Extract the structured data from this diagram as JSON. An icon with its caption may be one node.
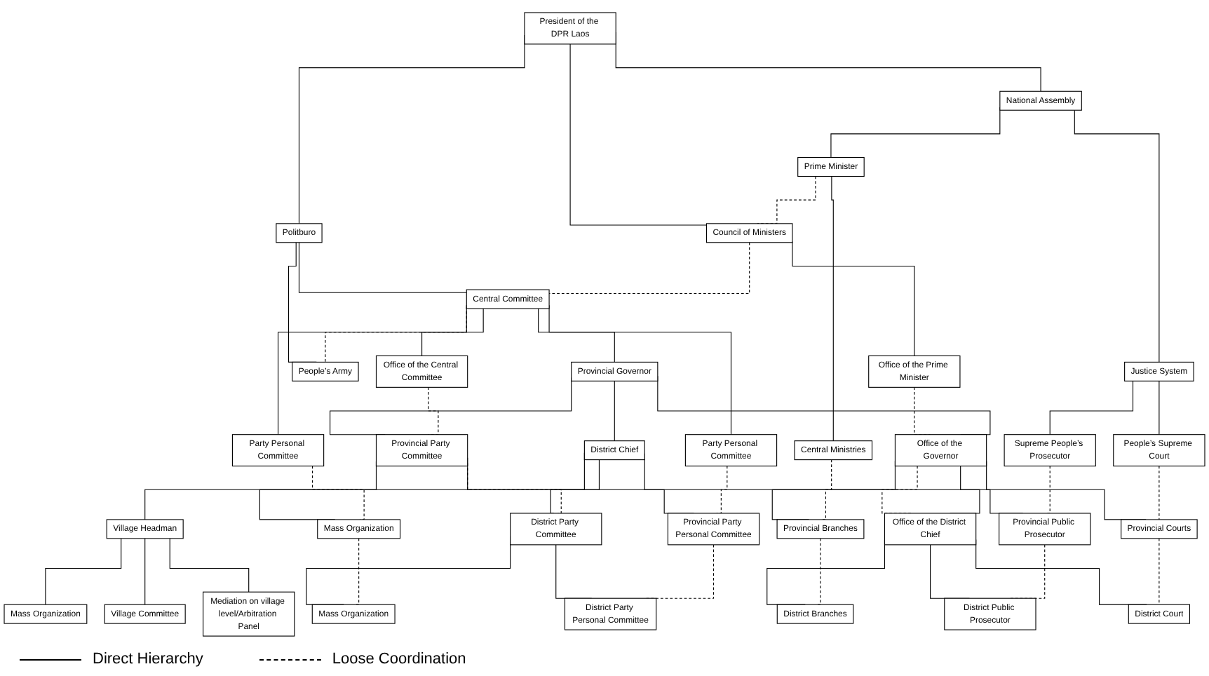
{
  "diagram": {
    "nodes": [
      {
        "text": [
          "President of the DPR Laos"
        ]
      },
      {
        "text": [
          "National Assembly"
        ]
      },
      {
        "text": [
          "Politburo"
        ]
      },
      {
        "text": [
          "Justice System"
        ]
      },
      {
        "text": [
          "Prime Minister"
        ]
      },
      {
        "text": [
          "Council of Ministers"
        ]
      },
      {
        "text": [
          "Central Committee"
        ]
      },
      {
        "text": [
          "People’s Army"
        ]
      },
      {
        "text": [
          "People’s Supreme Court"
        ]
      },
      {
        "text": [
          "Supreme People’s Prosecutor"
        ]
      },
      {
        "text": [
          "Central Ministries"
        ]
      },
      {
        "text": [
          "Office of the Prime Minister"
        ]
      },
      {
        "text": [
          "Office of the Central Committee"
        ]
      },
      {
        "text": [
          "Party Personal Committee"
        ]
      },
      {
        "text": [
          "Party Personal Committee"
        ]
      },
      {
        "text": [
          "Provincial Governor"
        ]
      },
      {
        "text": [
          "Office of the Governor"
        ]
      },
      {
        "text": [
          "Provincial Party Committee"
        ]
      },
      {
        "text": [
          "Provincial Courts"
        ]
      },
      {
        "text": [
          "Provincial Public Prosecutor"
        ]
      },
      {
        "text": [
          "Provincial Branches"
        ]
      },
      {
        "text": [
          "District Chief"
        ]
      },
      {
        "text": [
          "Provincial Party Personal Committee"
        ]
      },
      {
        "text": [
          "Mass Organization"
        ]
      },
      {
        "text": [
          "Office of the District Chief"
        ]
      },
      {
        "text": [
          "District Party Committee"
        ]
      },
      {
        "text": [
          "District Court"
        ]
      },
      {
        "text": [
          "District Public Prosecutor"
        ]
      },
      {
        "text": [
          "District Branches"
        ]
      },
      {
        "text": [
          "District Party Personal Committee"
        ]
      },
      {
        "text": [
          "Mass Organization"
        ]
      },
      {
        "text": [
          "Village Headman"
        ]
      },
      {
        "text": [
          "Mediation on village level/Arbitration Panel"
        ]
      },
      {
        "text": [
          "Village Committee"
        ]
      },
      {
        "text": [
          "Mass Organization"
        ]
      }
    ],
    "edges": [
      {
        "from": 0,
        "to": 1,
        "arrow": "none"
      },
      {
        "from": 0,
        "to": 5,
        "arrow": "none"
      },
      {
        "from": 0,
        "to": 2,
        "arrow": "none"
      },
      {
        "from": 1,
        "to": 3,
        "arrow": "none"
      },
      {
        "from": 1,
        "to": 4,
        "arrow": "none"
      },
      {
        "from": 2,
        "to": 6,
        "arrow": "none"
      },
      {
        "from": 2,
        "to": 7,
        "arrow": "none"
      },
      {
        "from": 4,
        "to": 5,
        "arrow": "none",
        "style": "dashed"
      },
      {
        "from": 5,
        "to": 6,
        "arrow": "none",
        "style": "dashed"
      },
      {
        "from": 6,
        "to": 7,
        "arrow": "none",
        "style": "dashed"
      },
      {
        "from": 3,
        "to": 8,
        "arrow": "none"
      },
      {
        "from": 3,
        "to": 9,
        "arrow": "none"
      },
      {
        "from": 4,
        "to": 10,
        "arrow": "none"
      },
      {
        "from": 5,
        "to": 11,
        "arrow": "none"
      },
      {
        "from": 6,
        "to": 15,
        "arrow": "none"
      },
      {
        "from": 6,
        "to": 12,
        "arrow": "none"
      },
      {
        "from": 6,
        "to": 13,
        "arrow": "none"
      },
      {
        "from": 6,
        "to": 14,
        "arrow": "none"
      },
      {
        "from": 11,
        "to": 16,
        "arrow": "none",
        "style": "dashed"
      },
      {
        "from": 15,
        "to": 16,
        "arrow": "none"
      },
      {
        "from": 15,
        "to": 17,
        "arrow": "none"
      },
      {
        "from": 12,
        "to": 17,
        "arrow": "none",
        "style": "dashed"
      },
      {
        "from": 16,
        "to": 18,
        "arrow": "none"
      },
      {
        "from": 16,
        "to": 19,
        "arrow": "none"
      },
      {
        "from": 16,
        "to": 20,
        "arrow": "none"
      },
      {
        "from": 8,
        "to": 18,
        "arrow": "none",
        "style": "dashed"
      },
      {
        "from": 9,
        "to": 19,
        "arrow": "none",
        "style": "dashed"
      },
      {
        "from": 10,
        "to": 20,
        "arrow": "none",
        "style": "dashed"
      },
      {
        "from": 15,
        "to": 21,
        "arrow": "none"
      },
      {
        "from": 17,
        "to": 22,
        "arrow": "none"
      },
      {
        "from": 17,
        "to": 23,
        "arrow": "none"
      },
      {
        "from": 13,
        "to": 22,
        "arrow": "none",
        "style": "dashed"
      },
      {
        "from": 14,
        "to": 23,
        "arrow": "none",
        "style": "dashed"
      },
      {
        "from": 16,
        "to": 24,
        "arrow": "none",
        "style": "dashed"
      },
      {
        "from": 21,
        "to": 24,
        "arrow": "none"
      },
      {
        "from": 21,
        "to": 25,
        "arrow": "none"
      },
      {
        "from": 17,
        "to": 25,
        "arrow": "none",
        "style": "dashed"
      },
      {
        "from": 24,
        "to": 26,
        "arrow": "none"
      },
      {
        "from": 24,
        "to": 27,
        "arrow": "none"
      },
      {
        "from": 24,
        "to": 28,
        "arrow": "none"
      },
      {
        "from": 18,
        "to": 26,
        "arrow": "none",
        "style": "dashed"
      },
      {
        "from": 19,
        "to": 27,
        "arrow": "none",
        "style": "dashed"
      },
      {
        "from": 20,
        "to": 28,
        "arrow": "none",
        "style": "dashed"
      },
      {
        "from": 25,
        "to": 29,
        "arrow": "none"
      },
      {
        "from": 25,
        "to": 30,
        "arrow": "none"
      },
      {
        "from": 22,
        "to": 29,
        "arrow": "none",
        "style": "dashed"
      },
      {
        "from": 23,
        "to": 30,
        "arrow": "none",
        "style": "dashed"
      },
      {
        "from": 21,
        "to": 31,
        "arrow": "none"
      },
      {
        "from": 31,
        "to": 32,
        "arrow": "none"
      },
      {
        "from": 31,
        "to": 33,
        "arrow": "none"
      },
      {
        "from": 31,
        "to": 34,
        "arrow": "none"
      }
    ],
    "legend": [
      {
        "text": "Direct Hierarchy"
      },
      {
        "text": "Loose Coordination"
      }
    ]
  }
}
